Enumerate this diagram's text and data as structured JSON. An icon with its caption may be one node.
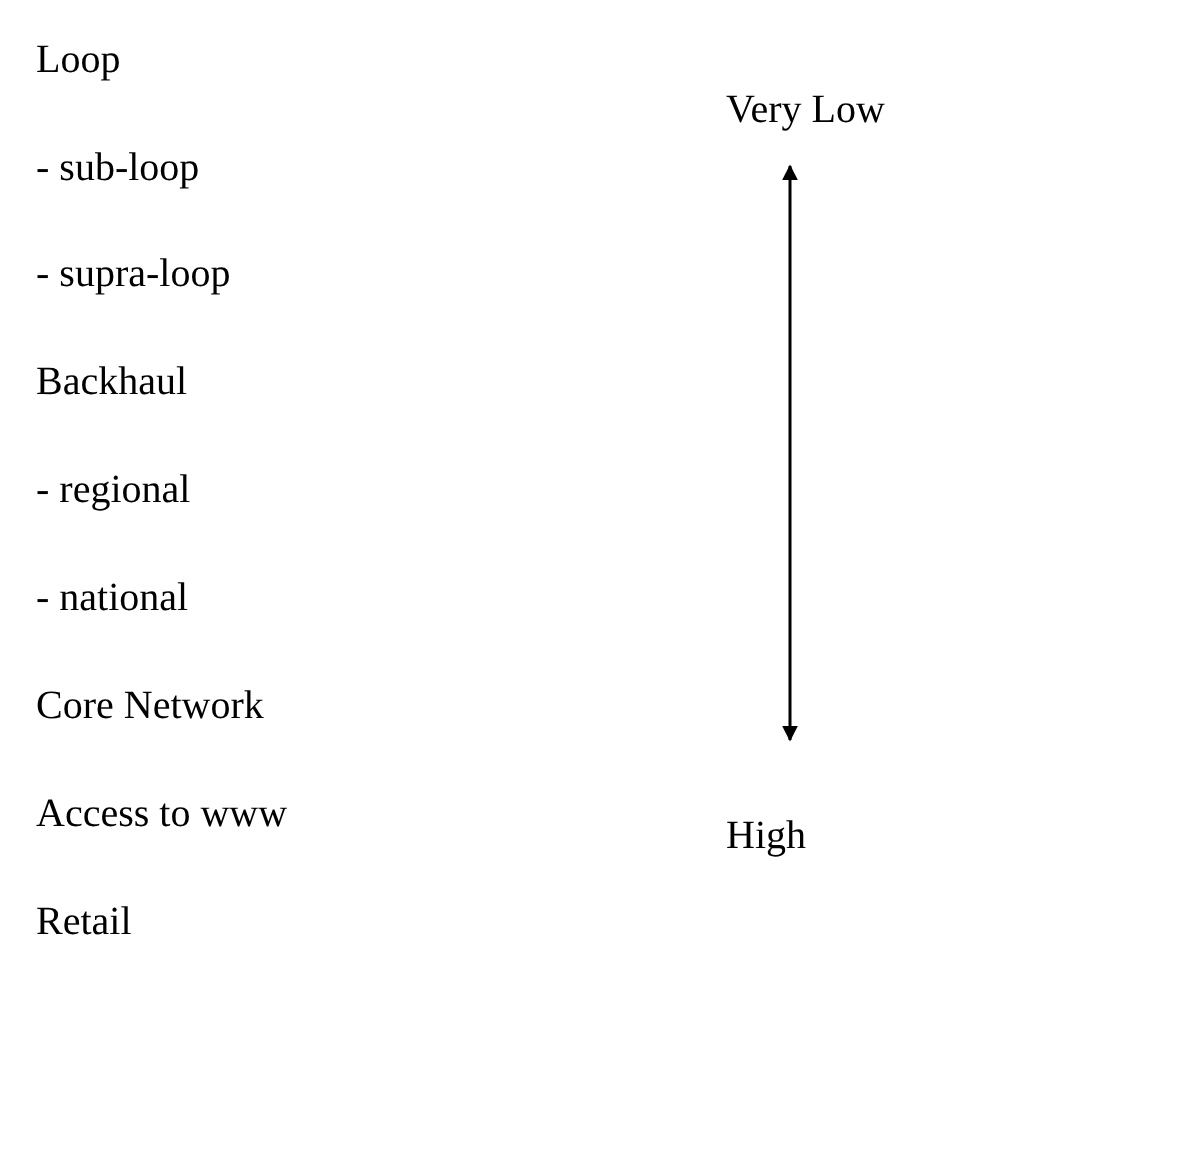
{
  "diagram": {
    "labels": [
      "Loop",
      "Very Low",
      "- sub-loop",
      "- supra-loop",
      "Backhaul",
      "- regional",
      "- national",
      "Core Network",
      "Access to www",
      "High",
      "Retail"
    ]
  }
}
